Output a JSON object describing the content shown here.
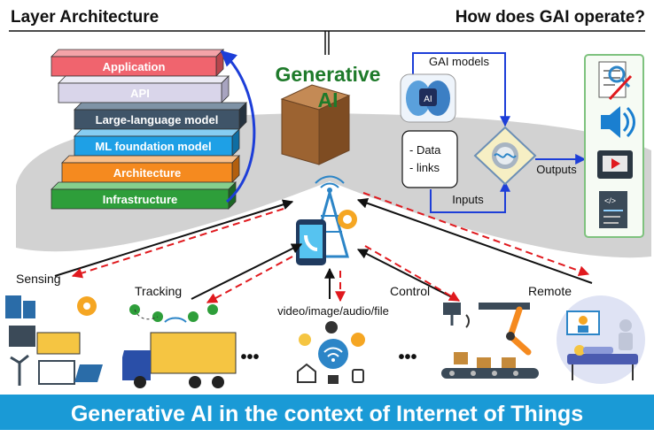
{
  "header": {
    "left_title": "Layer Architecture",
    "right_title": "How does GAI operate?"
  },
  "layers": [
    {
      "label": "Application",
      "color": "#f0646e"
    },
    {
      "label": "API",
      "color": "#d9d5ea"
    },
    {
      "label": "Large-language model",
      "color": "#3f5468"
    },
    {
      "label": "ML foundation model",
      "color": "#1ea0e6"
    },
    {
      "label": "Architecture",
      "color": "#f58a1f"
    },
    {
      "label": "Infrastructure",
      "color": "#2e9e3a"
    }
  ],
  "center": {
    "title_line1": "Generative",
    "title_line2": "AI",
    "title_color": "#1e7a2a"
  },
  "operation": {
    "models_label": "GAI models",
    "data_line1": "- Data",
    "data_line2": "- links",
    "inputs_label": "Inputs",
    "outputs_label": "Outputs",
    "chip_text": "AI"
  },
  "applications": {
    "sensing": "Sensing",
    "tracking": "Tracking",
    "media": "video/image/audio/file",
    "control": "Control",
    "remote": "Remote",
    "ellipsis": "•••"
  },
  "footer": {
    "banner": "Generative AI in the context of Internet of Things",
    "banner_color": "#1a9ad6"
  },
  "icons": [
    "factory-icon",
    "truck-icon",
    "smart-home-icon",
    "conveyor-robot-icon",
    "telemedicine-icon",
    "cell-tower-icon",
    "phone-icon",
    "brain-chip-icon",
    "gear-icon",
    "document-icon",
    "speaker-icon",
    "video-icon",
    "code-file-icon"
  ]
}
